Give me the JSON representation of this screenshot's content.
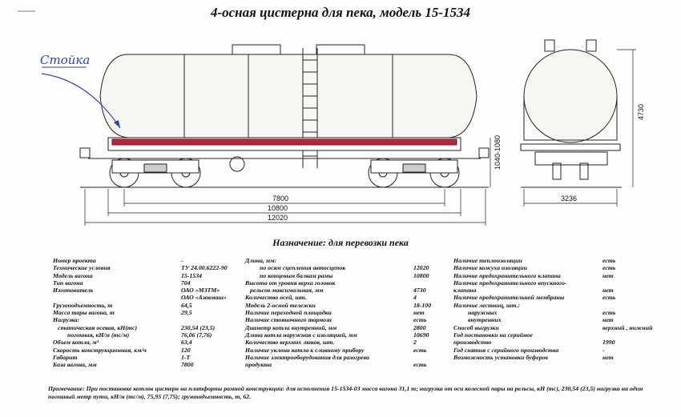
{
  "title": "4-осная цистерна для пека, модель 15-1534",
  "handwritten_note": "Стойка",
  "dimensions": {
    "d1": "7800",
    "d2": "10800",
    "d3": "12020",
    "d4": "1040-1080",
    "d5": "3236",
    "d6": "4730"
  },
  "purpose": "Назначение: для перевозки пека",
  "col1": [
    {
      "k": "Номер проекта",
      "v": "-"
    },
    {
      "k": "Технические условия",
      "v": "ТУ 24.00.6222-90"
    },
    {
      "k": "Модель вагона",
      "v": "15-1534"
    },
    {
      "k": "Тип вагона",
      "v": "704"
    },
    {
      "k": "Изготовитель",
      "v": "ОАО «МЗТМ»"
    },
    {
      "k": "",
      "v": "ОАО «Азовмаш»"
    },
    {
      "k": "Грузоподъемность, т",
      "v": "64,5"
    },
    {
      "k": "Масса тары вагона, т",
      "v": "29,5"
    },
    {
      "k": "Нагрузка:",
      "v": ""
    },
    {
      "k": "статическая осевая, кН(тс)",
      "v": "230,54 (23,5)"
    },
    {
      "k": "погонная, кН/м (тс/м)",
      "v": "76,06 (7,76)"
    },
    {
      "k": "Объем котла, м³",
      "v": "63,4"
    },
    {
      "k": "Скорость конструкционная, км/ч",
      "v": "120"
    },
    {
      "k": "Габарит",
      "v": "1-Т"
    },
    {
      "k": "База вагона, мм",
      "v": "7800"
    }
  ],
  "col2": [
    {
      "k": "Длина, мм:",
      "v": ""
    },
    {
      "k": "по осям сцепления автосцепок",
      "v": "12020"
    },
    {
      "k": "по концевым балкам рамы",
      "v": "10800"
    },
    {
      "k": "Высота от уровня верха головок",
      "v": ""
    },
    {
      "k": "рельсов максимальная, мм",
      "v": "4730"
    },
    {
      "k": "Количество осей, шт.",
      "v": "4"
    },
    {
      "k": "Модель 2-осной тележки",
      "v": "18-100"
    },
    {
      "k": "Наличие переходной площадки",
      "v": "нет"
    },
    {
      "k": "Наличие стояночного тормоза",
      "v": "есть"
    },
    {
      "k": "Диаметр котла внутренний, мм",
      "v": "2800"
    },
    {
      "k": "Длина котла наружная с изоляцией, мм",
      "v": "10690"
    },
    {
      "k": "Количество верхних люков, шт.",
      "v": "2"
    },
    {
      "k": "Наличие уклона котла к сливному прибору",
      "v": "есть"
    },
    {
      "k": "Наличие электрооборудования для разогрева",
      "v": ""
    },
    {
      "k": "продукта",
      "v": "есть"
    }
  ],
  "col3": [
    {
      "k": "Наличие теплоизоляции",
      "v": "есть"
    },
    {
      "k": "Наличие кожуха изоляции",
      "v": "есть"
    },
    {
      "k": "Наличие предохранительного клапана",
      "v": "нет"
    },
    {
      "k": "Наличие предохранительного впускного-",
      "v": ""
    },
    {
      "k": "клапана",
      "v": "нет"
    },
    {
      "k": "Наличие предохранительной мембраны",
      "v": "есть"
    },
    {
      "k": "Наличие лестниц, шт.:",
      "v": ""
    },
    {
      "k": "наружных",
      "v": "есть"
    },
    {
      "k": "внутренних",
      "v": "нет"
    },
    {
      "k": "Способ выгрузки",
      "v": "верхний , нижний"
    },
    {
      "k": "Год постановки на серийное",
      "v": ""
    },
    {
      "k": "производство",
      "v": "1990"
    },
    {
      "k": "Год снятия с серийного производства",
      "v": "-"
    },
    {
      "k": "Возможность установки буферов",
      "v": "нет"
    }
  ],
  "note": "Примечание: При постановке котлов цистерн на платформы рамной конструкции: для исполнения 15-1534-03 масса вагона 31,1 т; нагрузка от оси колесной пары на рельсы, кН (тс), 230,54 (23,5) нагрузка на один погонный метр пути, кН/м (тс/м), 75,95 (7,75); грузоподъемность, т, 62."
}
